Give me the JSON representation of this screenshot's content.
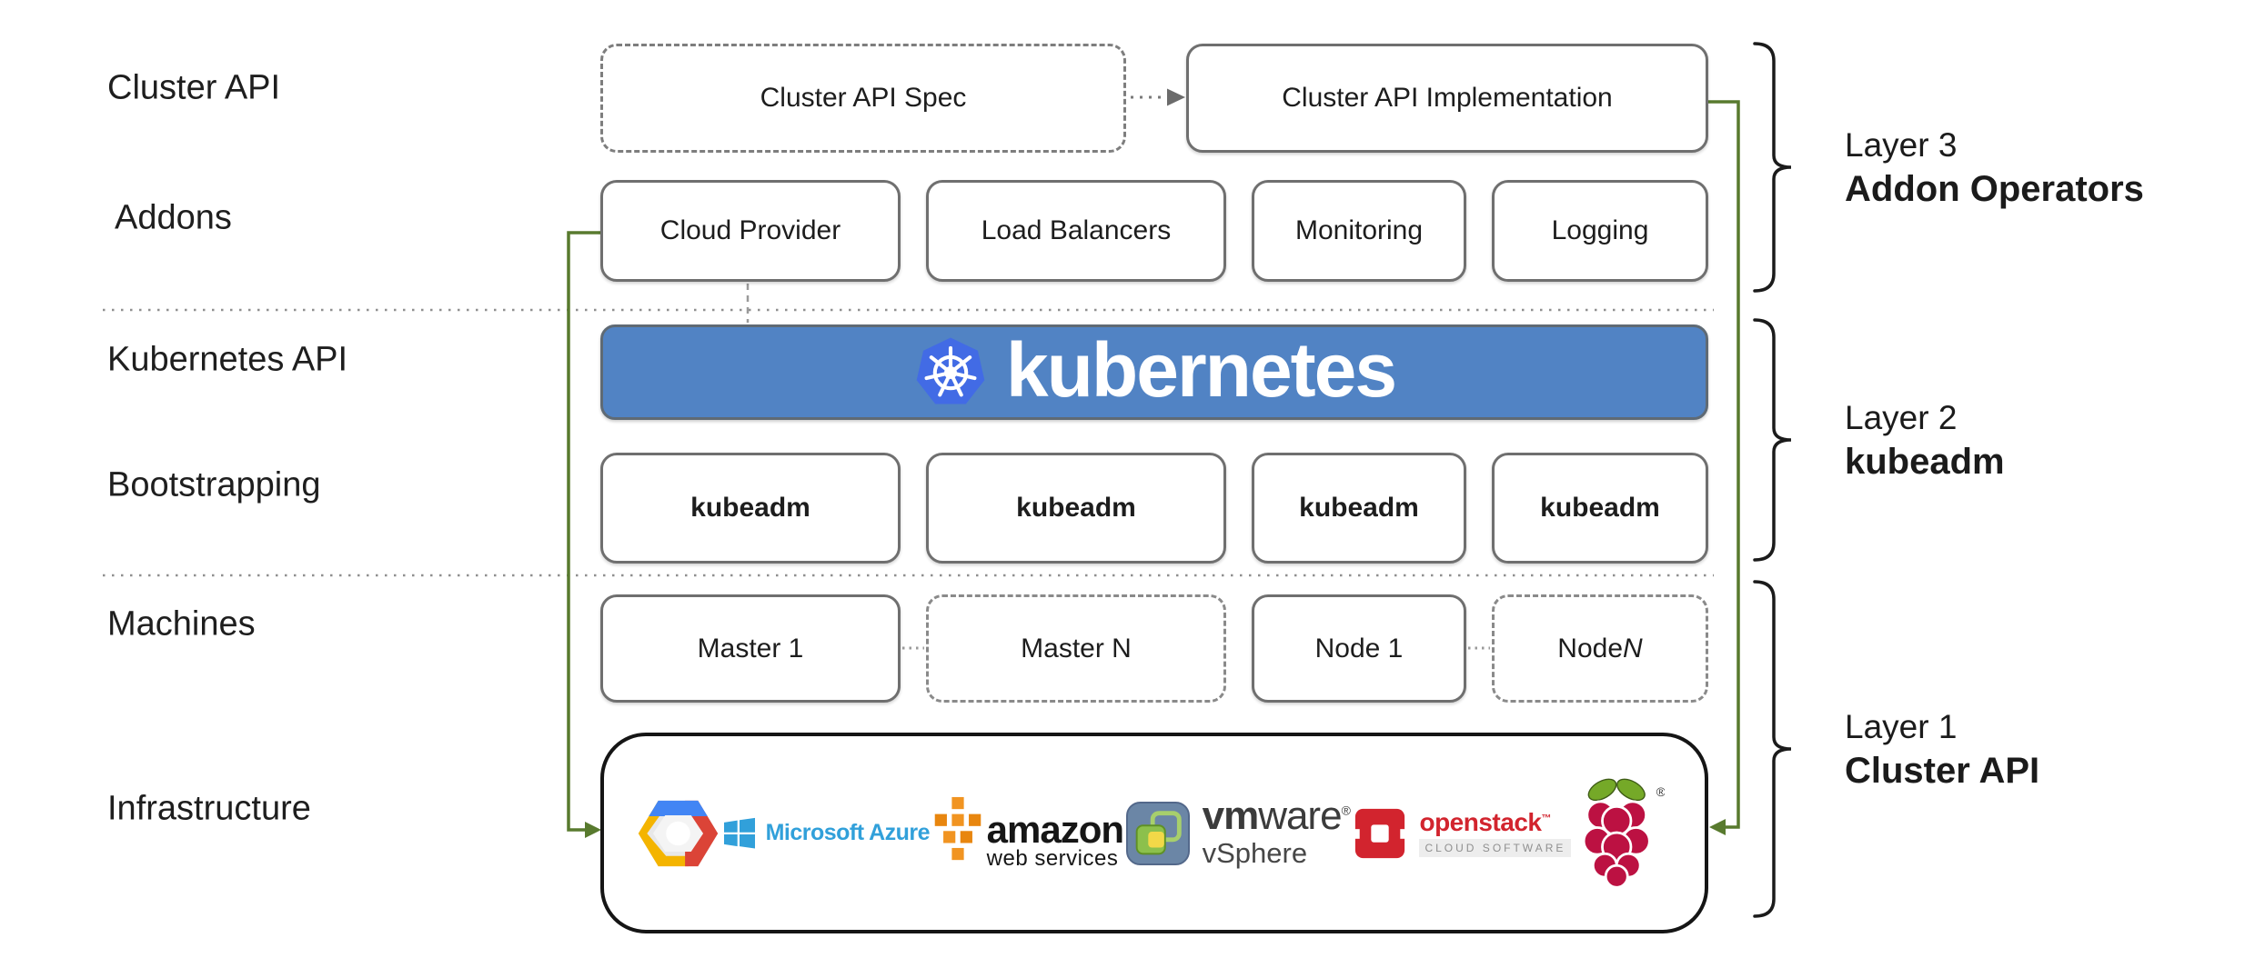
{
  "left_labels": [
    "Cluster API",
    "Addons",
    "Kubernetes API",
    "Bootstrapping",
    "Machines",
    "Infrastructure"
  ],
  "top_row": {
    "spec": "Cluster API Spec",
    "implementation": "Cluster API Implementation"
  },
  "addons_row": [
    "Cloud Provider",
    "Load Balancers",
    "Monitoring",
    "Logging"
  ],
  "banner": {
    "wordmark": "kubernetes"
  },
  "bootstrapping_row": [
    "kubeadm",
    "kubeadm",
    "kubeadm",
    "kubeadm"
  ],
  "machines_row": [
    {
      "text": "Master 1",
      "suffix": ""
    },
    {
      "text": "Master N",
      "suffix": ""
    },
    {
      "text": "Node 1",
      "suffix": ""
    },
    {
      "text": "Node ",
      "suffix": "N"
    }
  ],
  "infrastructure": {
    "providers": [
      {
        "name": "google-cloud-platform"
      },
      {
        "name": "microsoft-azure",
        "label": "Microsoft Azure"
      },
      {
        "name": "amazon-web-services",
        "line1": "amazon",
        "line2": "web services"
      },
      {
        "name": "vmware-vsphere",
        "bold": "vm",
        "rest": "ware",
        "reg": "®",
        "sub": "vSphere"
      },
      {
        "name": "openstack",
        "label": "openstack",
        "tm": "™",
        "sub": "CLOUD SOFTWARE"
      },
      {
        "name": "raspberry-pi",
        "reg": "®"
      }
    ]
  },
  "layers": [
    {
      "line1": "Layer 3",
      "line2": "Addon Operators"
    },
    {
      "line1": "Layer 2",
      "line2": "kubeadm"
    },
    {
      "line1": "Layer 1",
      "line2": "Cluster API"
    }
  ],
  "colors": {
    "banner_blue": "#5183c4",
    "kubernetes_logo_blue": "#426be5",
    "arrow_green": "#587a2e",
    "box_border_gray": "#6f6f6f",
    "dashed_border_gray": "#8a8a8a",
    "azure_blue": "#31a0da",
    "aws_orange": "#f19421",
    "openstack_red": "#d2242e",
    "raspberry_crimson": "#bc1142",
    "leaf_green": "#75a928"
  }
}
